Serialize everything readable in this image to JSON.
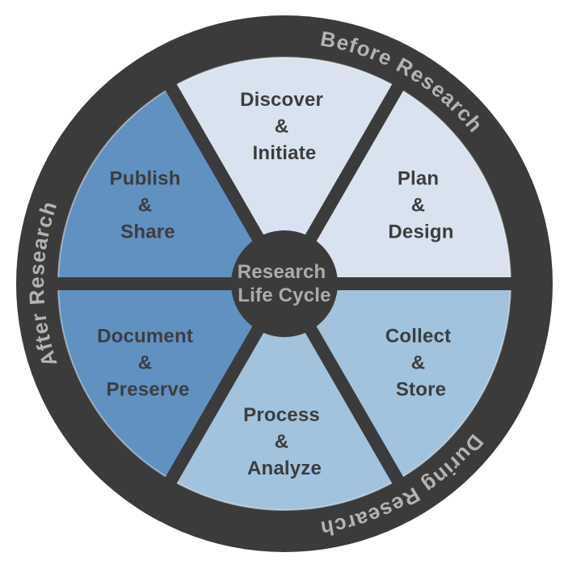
{
  "diagram": {
    "hub": {
      "lines": [
        "Research",
        "Life Cycle"
      ]
    },
    "phases": [
      {
        "id": "before-research",
        "label": "Before Research"
      },
      {
        "id": "during-research",
        "label": "During Research"
      },
      {
        "id": "after-research",
        "label": "After Research"
      }
    ],
    "segments": [
      {
        "id": "discover-initiate",
        "lines": [
          "Discover",
          "&",
          "Initiate"
        ],
        "phase": "before-research",
        "color": "#d9e3f0"
      },
      {
        "id": "plan-design",
        "lines": [
          "Plan",
          "&",
          "Design"
        ],
        "phase": "before-research",
        "color": "#d9e3f0"
      },
      {
        "id": "collect-store",
        "lines": [
          "Collect",
          "&",
          "Store"
        ],
        "phase": "during-research",
        "color": "#a1c3de"
      },
      {
        "id": "process-analyze",
        "lines": [
          "Process",
          "&",
          "Analyze"
        ],
        "phase": "during-research",
        "color": "#a1c3de"
      },
      {
        "id": "document-preserve",
        "lines": [
          "Document",
          "&",
          "Preserve"
        ],
        "phase": "after-research",
        "color": "#6191c1"
      },
      {
        "id": "publish-share",
        "lines": [
          "Publish",
          "&",
          "Share"
        ],
        "phase": "after-research",
        "color": "#6191c1"
      }
    ],
    "colors": {
      "ring": "#3b3b3b",
      "ring_text": "#b3b3b3",
      "hub": "#3b3b3b",
      "hub_text": "#acacac",
      "segment_text": "#3d3d3d",
      "background": "#ffffff"
    }
  }
}
